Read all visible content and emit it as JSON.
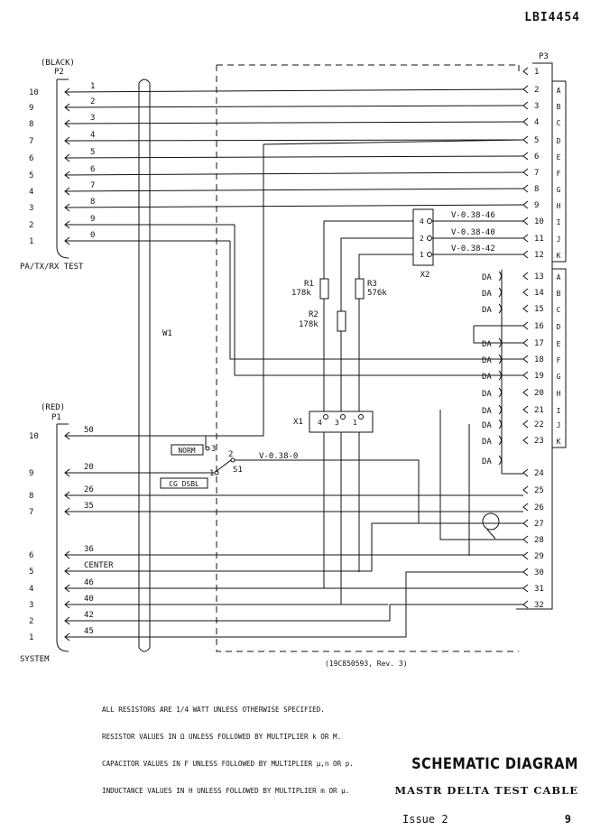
{
  "doc_id": "LBI4454",
  "p2": {
    "color": "(BLACK)",
    "name": "P2",
    "caption": "PA/TX/RX TEST"
  },
  "p1": {
    "color": "(RED)",
    "name": "P1",
    "caption": "SYSTEM"
  },
  "p3": {
    "name": "P3"
  },
  "cable": "W1",
  "top_wires": [
    {
      "p2": "10",
      "wire": "1",
      "p3": "2"
    },
    {
      "p2": "9",
      "wire": "2",
      "p3": "3"
    },
    {
      "p2": "8",
      "wire": "3",
      "p3": "4"
    },
    {
      "p2": "7",
      "wire": "4",
      "p3": "5"
    },
    {
      "p2": "6",
      "wire": "5",
      "p3": "6"
    },
    {
      "p2": "5",
      "wire": "6",
      "p3": "7"
    },
    {
      "p2": "4",
      "wire": "7",
      "p3": "8"
    },
    {
      "p2": "3",
      "wire": "8",
      "p3": "9"
    },
    {
      "p2": "2",
      "wire": "9",
      "p3": ""
    },
    {
      "p2": "1",
      "wire": "0",
      "p3": ""
    }
  ],
  "p3_pins": [
    "1",
    "2",
    "3",
    "4",
    "5",
    "6",
    "7",
    "8",
    "9",
    "10",
    "11",
    "12",
    "13",
    "14",
    "15",
    "16",
    "17",
    "18",
    "19",
    "20",
    "21",
    "22",
    "23",
    "24",
    "25",
    "26",
    "27",
    "28",
    "29",
    "30",
    "31",
    "32"
  ],
  "p3_letters_1": [
    "A",
    "B",
    "C",
    "D",
    "E",
    "F",
    "G",
    "H",
    "I",
    "J",
    "K"
  ],
  "p3_letters_2": [
    "A",
    "B",
    "C",
    "D",
    "E",
    "F",
    "G",
    "H",
    "I",
    "J",
    "K"
  ],
  "x2": {
    "name": "X2",
    "pins": [
      "4",
      "2",
      "1"
    ]
  },
  "voltages": [
    "V-0.38-46",
    "V-0.38-40",
    "V-0.38-42",
    "V-0.38-0"
  ],
  "resistors": [
    {
      "name": "R1",
      "value": "178k"
    },
    {
      "name": "R2",
      "value": "178k"
    },
    {
      "name": "R3",
      "value": "576k"
    }
  ],
  "x1": {
    "name": "X1",
    "pins": [
      "4",
      "3",
      "1"
    ]
  },
  "switch": {
    "name": "S1",
    "norm": "NORM",
    "cg": "CG DSBL",
    "pins": [
      "3",
      "2",
      "1"
    ]
  },
  "da_label": "DA",
  "bottom_wires": [
    {
      "p1": "10",
      "wire": "50"
    },
    {
      "p1": "9",
      "wire": "20"
    },
    {
      "p1": "8",
      "wire": "26"
    },
    {
      "p1": "7",
      "wire": "35"
    },
    {
      "p1": "6",
      "wire": "36"
    },
    {
      "p1": "5",
      "wire": "CENTER"
    },
    {
      "p1": "4",
      "wire": "46"
    },
    {
      "p1": "3",
      "wire": "40"
    },
    {
      "p1": "2",
      "wire": "42"
    },
    {
      "p1": "1",
      "wire": "45"
    }
  ],
  "drawing_ref": "(19C850593, Rev. 3)",
  "notes": [
    "ALL RESISTORS ARE 1/4 WATT UNLESS OTHERWISE SPECIFIED.",
    "RESISTOR VALUES IN Ω UNLESS FOLLOWED BY MULTIPLIER k OR M.",
    "CAPACITOR VALUES IN F UNLESS FOLLOWED BY MULTIPLIER μ,n OR p.",
    "INDUCTANCE VALUES IN H UNLESS FOLLOWED BY MULTIPLIER m OR μ."
  ],
  "title": "SCHEMATIC DIAGRAM",
  "subtitle": "MASTR DELTA TEST CABLE",
  "issue": "Issue 2",
  "page_number": "9"
}
